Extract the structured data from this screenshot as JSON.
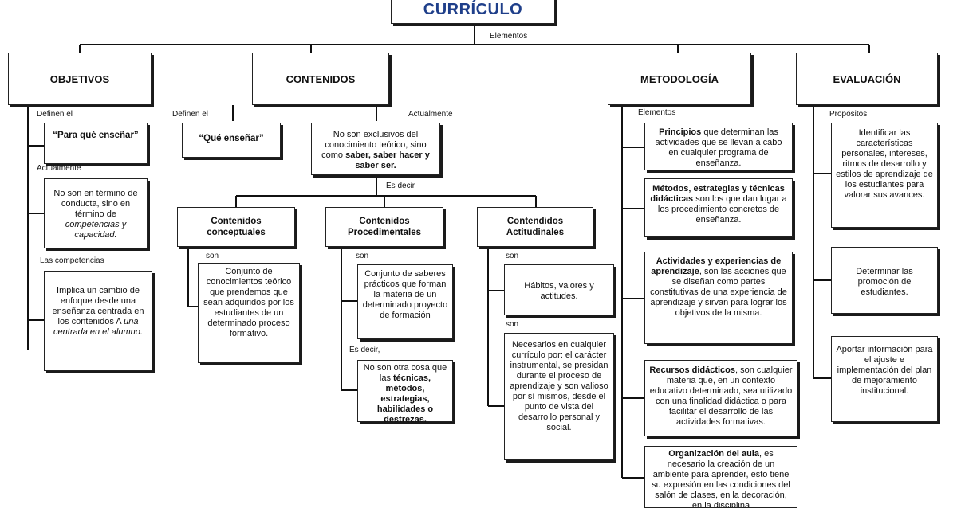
{
  "title": "CURRÍCULO",
  "link_main": "Elementos",
  "objetivos": {
    "header": "OBJETIVOS",
    "link1": "Definen el",
    "box1": "“Para qué enseñar”",
    "link2": "Actualmente",
    "box2_a": "No son en término de conducta, sino en término de",
    "box2_b": "competencias y capacidad.",
    "link3": "Las competencias",
    "box3_a": "Implica un cambio de enfoque desde una enseñanza centrada en los contenidos A",
    "box3_b": "una centrada en el alumno."
  },
  "contenidos": {
    "header": "CONTENIDOS",
    "link_left": "Definen el",
    "box_left": "“Qué enseñar”",
    "link_right": "Actualmente",
    "box_right_a": "No son exclusivos del conocimiento teórico, sino como",
    "box_right_b": "saber, saber hacer y saber ser.",
    "link_esdecir": "Es decir",
    "conceptuales": {
      "header": "Contenidos conceptuales",
      "link": "son",
      "box": "Conjunto de conocimientos teórico que prendemos que sean adquiridos por los estudiantes de un determinado proceso formativo."
    },
    "procedimentales": {
      "header": "Contenidos Procedimentales",
      "link1": "son",
      "box1": "Conjunto de saberes prácticos que forman la materia de un determinado proyecto de formación",
      "link2": "Es decir,",
      "box2_a": "No son otra cosa que las",
      "box2_b": "técnicas, métodos, estrategias, habilidades o destrezas."
    },
    "actitudinales": {
      "header": "Contendidos Actitudinales",
      "link1": "son",
      "box1": "Hábitos, valores y actitudes.",
      "link2": "son",
      "box2": "Necesarios en cualquier currículo por: el carácter instrumental, se presidan durante el proceso de aprendizaje y son valioso por sí mismos, desde el punto de vista del desarrollo personal y social."
    }
  },
  "metodologia": {
    "header": "METODOLOGÍA",
    "link": "Elementos",
    "item1_b": "Principios",
    "item1": "que determinan las actividades que se llevan a cabo en cualquier programa de enseñanza.",
    "item2_b": "Métodos, estrategias y técnicas didácticas",
    "item2": "son los que dan lugar a los procedimiento concretos de enseñanza.",
    "item3_b": "Actividades y experiencias de aprendizaje",
    "item3": ", son las acciones que se diseñan como partes constitutivas de una experiencia de aprendizaje y sirvan para lograr los objetivos de la misma.",
    "item4_b": "Recursos didácticos",
    "item4": ", son cualquier materia que, en un contexto educativo determinado, sea utilizado con una finalidad didáctica o para facilitar el desarrollo de las actividades formativas.",
    "item5_b": "Organización del aula",
    "item5": ", es necesario la creación de un ambiente para aprender, esto tiene su expresión en las condiciones del salón de clases, en la decoración, en la disciplina"
  },
  "evaluacion": {
    "header": "EVALUACIÓN",
    "link": "Propósitos",
    "box1": "Identificar las características personales, intereses, ritmos de desarrollo y estilos de aprendizaje de los estudiantes para valorar sus avances.",
    "box2": "Determinar las promoción de estudiantes.",
    "box3": "Aportar información para el ajuste e implementación del plan de mejoramiento institucional."
  }
}
